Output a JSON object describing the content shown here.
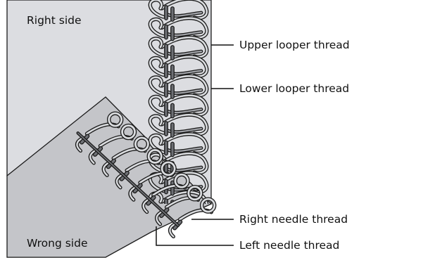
{
  "labels": {
    "right_side": "Right side",
    "wrong_side": "Wrong side",
    "upper_looper": "Upper looper thread",
    "lower_looper": "Lower looper thread",
    "right_needle": "Right needle thread",
    "left_needle": "Left needle thread"
  },
  "colors": {
    "fabric_right": "#dcdde1",
    "fabric_wrong": "#c4c5c9",
    "upper_looper_thread": "#dadcdf",
    "lower_looper_thread": "#a3a5aa",
    "needle_thread": "#6e7075",
    "outline": "#1a1a1a"
  }
}
